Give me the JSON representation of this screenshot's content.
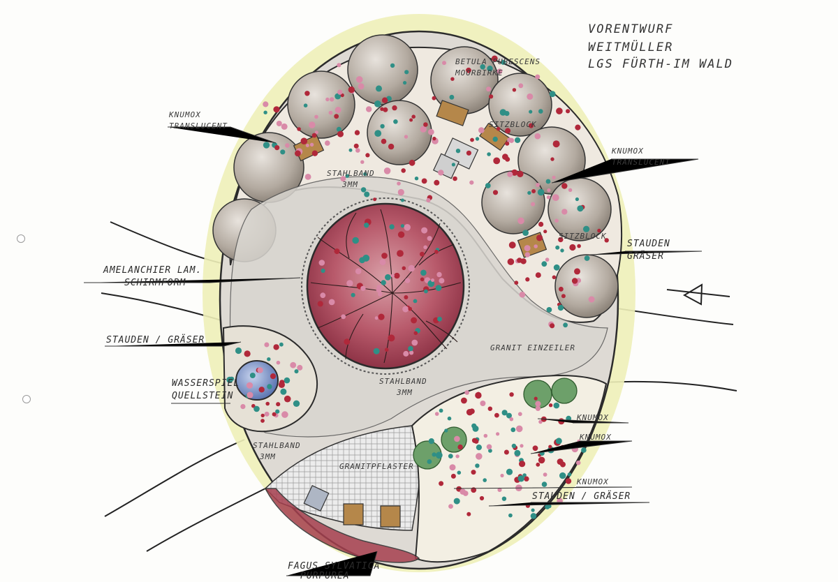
{
  "title": {
    "line1": "VORENTWURF",
    "line2": "WEITMÜLLER",
    "line3": "LGS FÜRTH-IM WALD"
  },
  "labels": {
    "betula_1": "BETULA PUBESCENS",
    "betula_2": "MOORBIRKE",
    "knumox_transl_left_1": "KNUMOX",
    "knumox_transl_left_2": "TRANSLUCENT",
    "knumox_transl_right_1": "KNUMOX",
    "knumox_transl_right_2": "TRANSLUCENT",
    "stahlband_top_1": "STAHLBAND",
    "stahlband_top_2": "3MM",
    "sitzblock_top": "SITZBLOCK",
    "sitzblock_right": "SITZBLOCK",
    "stauden_graeser_right_1": "STAUDEN",
    "stauden_graeser_right_2": "GRÄSER",
    "amelanchier_1": "AMELANCHIER LAM.",
    "amelanchier_2": "SCHIRMFORM",
    "stauden_graeser_left": "STAUDEN / GRÄSER",
    "granit_einzeiler": "GRANIT EINZEILER",
    "wasserspiel_1": "WASSERSPIEL",
    "wasserspiel_2": "QUELLSTEIN",
    "stahlband_center_1": "STAHLBAND",
    "stahlband_center_2": "3MM",
    "stahlband_bottom_1": "STAHLBAND",
    "stahlband_bottom_2": "3MM",
    "granitpflaster": "GRANITPFLASTER",
    "knumox_br_1": "KNUMOX",
    "knumox_br_2": "KNUMOX",
    "knumox_br_3": "KNUMOX",
    "stauden_graeser_bottom": "STAUDEN / GRÄSER",
    "fagus_1": "FAGUS SYLVATICA",
    "fagus_2": "PURPUREA"
  },
  "colors": {
    "paper": "#fdfdfb",
    "yellow_wash": "#eef0b8",
    "gravel": "#d9d6d0",
    "tree_canopy": "#b5aca2",
    "red_dot": "#b0283a",
    "teal_dot": "#2f8f86",
    "pink_dot": "#d98aa8",
    "green_bush": "#6da06a",
    "water_blue": "#7c93c8",
    "bench_wood": "#b5874a",
    "centre_red": "#b04a5c"
  }
}
